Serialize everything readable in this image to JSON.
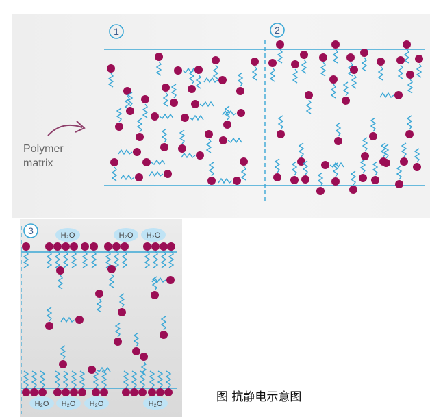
{
  "panel1": {
    "badge": "1",
    "label_line1": "Polymer",
    "label_line2": "matrix"
  },
  "panel2": {
    "badge": "2"
  },
  "panel3": {
    "badge": "3",
    "water_label": "H₂O"
  },
  "caption": "图 抗静电示意图",
  "colors": {
    "line": "#3aa7d6",
    "head": "#9b0e55",
    "tail": "#3aa7d6",
    "water": "#bfe3f5",
    "arrow": "#8e3f6b"
  }
}
